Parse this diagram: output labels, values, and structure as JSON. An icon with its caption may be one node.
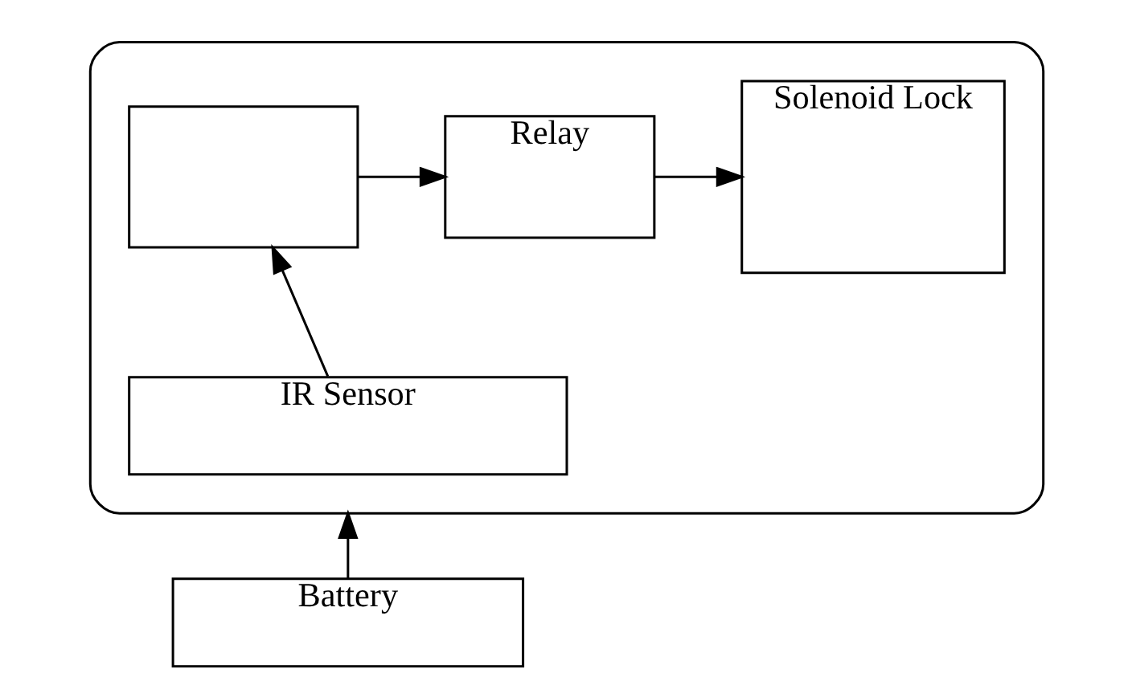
{
  "diagram": {
    "nodes": [
      {
        "text": [],
        "shape": "box"
      },
      {
        "text": [],
        "shape": "box",
        "in": 0
      },
      {
        "text": [
          "Relay"
        ],
        "in": 0
      },
      {
        "text": [
          "Solenoid Lock"
        ],
        "in": 0
      },
      {
        "text": [
          "IR Sensor"
        ],
        "in": 0
      },
      {
        "text": [
          "Battery"
        ]
      }
    ],
    "edges": [
      {
        "from": 1,
        "to": 2,
        "arrow": "to"
      },
      {
        "from": 2,
        "to": 3,
        "arrow": "to"
      },
      {
        "from": 4,
        "to": 1,
        "arrow": "to"
      },
      {
        "from": 5,
        "to": 0,
        "arrow": "to"
      }
    ]
  }
}
